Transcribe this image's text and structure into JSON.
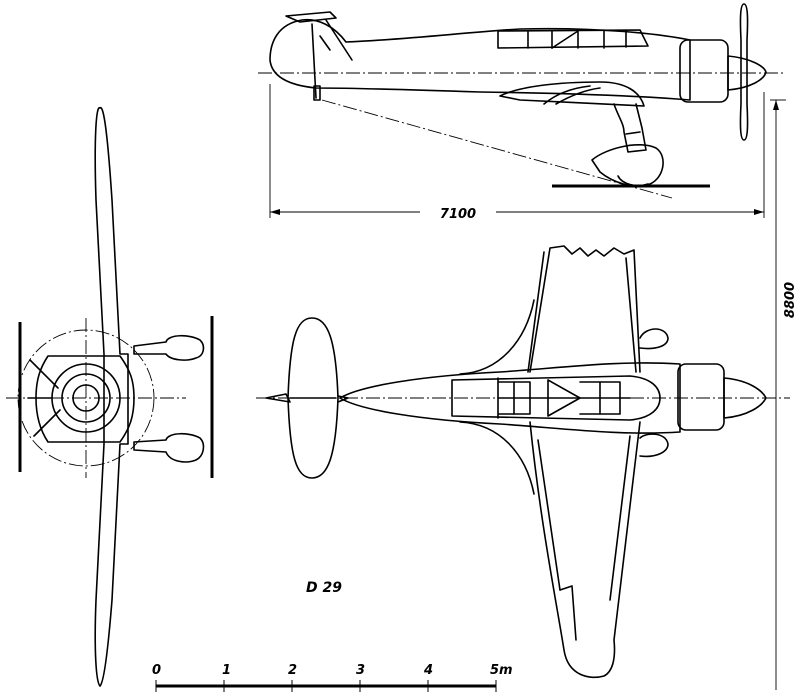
{
  "designation": "D 29",
  "dimensions": {
    "length": "7100",
    "span": "8800"
  },
  "scale_bar": {
    "labels": [
      "0",
      "1",
      "2",
      "3",
      "4",
      "5m"
    ]
  }
}
